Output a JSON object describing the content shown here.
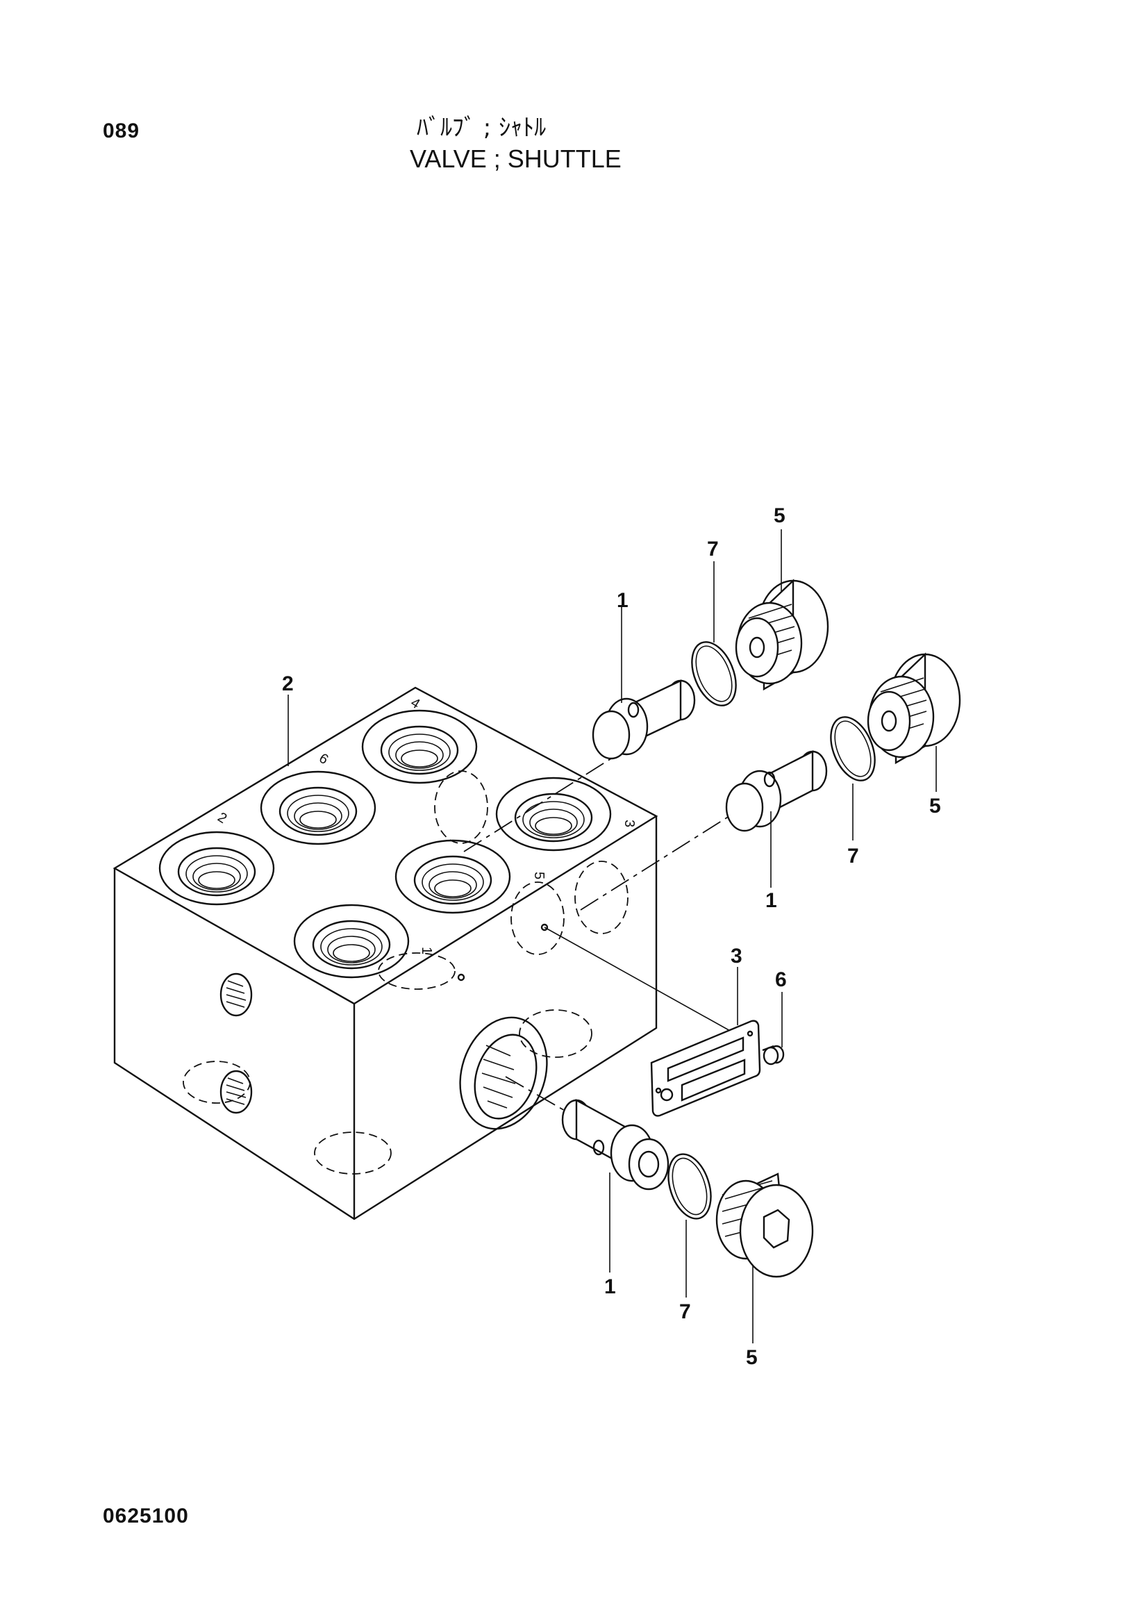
{
  "header": {
    "page_number": "089",
    "title_jp": "ﾊﾞﾙﾌﾞ ; ｼｬﾄﾙ",
    "title_en": "VALVE ; SHUTTLE"
  },
  "footer": {
    "drawing_code": "0625100"
  },
  "callouts": {
    "upper_plug": "5",
    "upper_oring": "7",
    "upper_shuttle": "1",
    "valve_body": "2",
    "middle_plug": "5",
    "middle_oring": "7",
    "middle_shuttle": "1",
    "name_plate": "3",
    "screw": "6",
    "lower_shuttle": "1",
    "lower_oring": "7",
    "lower_plug": "5"
  },
  "port_numbers": {
    "port_4": "4",
    "port_6": "6",
    "port_2": "2",
    "port_3": "3",
    "port_5": "5",
    "port_1": "1"
  }
}
